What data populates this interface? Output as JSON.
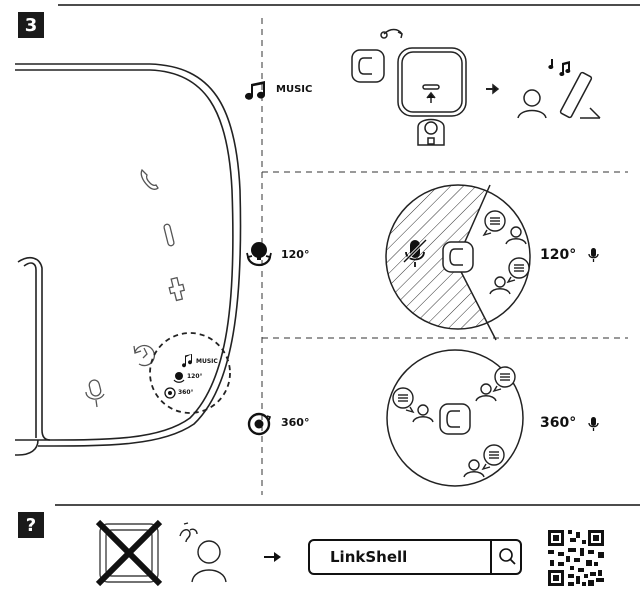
{
  "step": {
    "number": "3"
  },
  "help": {
    "symbol": "?"
  },
  "modes": {
    "music": {
      "label": "MUSIC"
    },
    "deg120": {
      "label": "120°"
    },
    "deg360": {
      "label": "360°"
    }
  },
  "callout": {
    "music": "MUSIC",
    "deg120": "120°",
    "deg360": "360°"
  },
  "panels": {
    "p120_label": "120°",
    "p360_label": "360°"
  },
  "search": {
    "text": "LinkShell"
  }
}
